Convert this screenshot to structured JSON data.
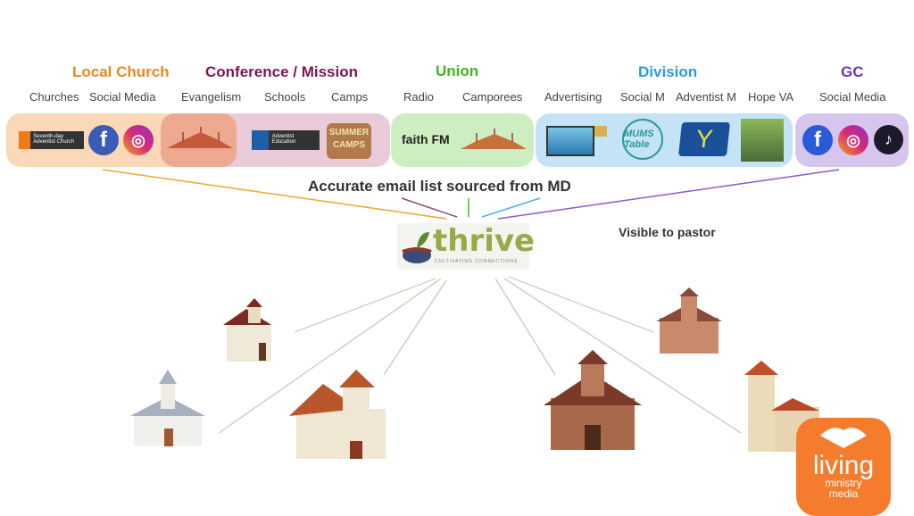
{
  "groups": {
    "local_church": {
      "title": "Local Church",
      "color": "#e8891f",
      "items": [
        "Churches",
        "Social Media"
      ]
    },
    "conference": {
      "title": "Conference / Mission",
      "color": "#7a1850",
      "items": [
        "Evangelism",
        "Schools",
        "Camps"
      ]
    },
    "union": {
      "title": "Union",
      "color": "#3cb81c",
      "items": [
        "Radio",
        "Camporees"
      ]
    },
    "division": {
      "title": "Division",
      "color": "#2a9be0",
      "items": [
        "Advertising",
        "Social M",
        "Adventist M",
        "Hope VA"
      ]
    },
    "gc": {
      "title": "GC",
      "color": "#6a3ab0",
      "items": [
        "Social Media"
      ]
    }
  },
  "logos": {
    "sda": "Seventh-day Adventist Church",
    "adventist_education": "Adventist Education",
    "summer_camps": "SUMMER CAMPS",
    "faith_fm": "faith FM",
    "mums_table": "MUMS Table"
  },
  "center": {
    "caption": "Accurate email list sourced from MD",
    "logo_name": "thrive",
    "logo_tagline": "CULTIVATING CONNECTIONS",
    "note": "Visible to pastor"
  },
  "brand": {
    "name": "living",
    "sub1": "ministry",
    "sub2": "media",
    "color": "#f47c2c"
  }
}
